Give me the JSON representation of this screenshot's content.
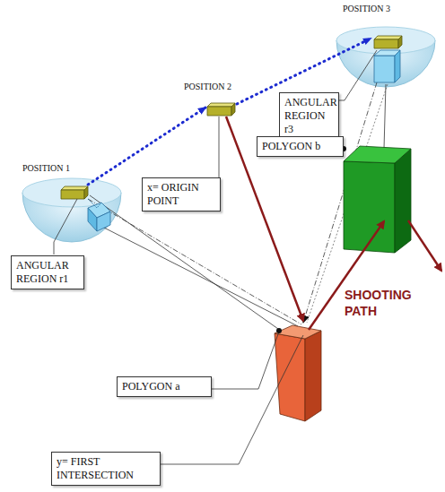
{
  "diagram": {
    "nodes": [
      {
        "text": [
          "ANGULAR REGION r3"
        ]
      },
      {
        "text": [
          "POLYGON b"
        ]
      },
      {
        "text": [
          "x= ORIGIN POINT"
        ]
      },
      {
        "text": [
          "ANGULAR REGION r1"
        ]
      },
      {
        "text": [
          "POLYGON a"
        ]
      },
      {
        "text": [
          "y= FIRST INTERSECTION"
        ]
      }
    ],
    "labels": [
      "POSITION 3",
      "POSITION 2",
      "POSITION 1",
      "SHOOTING PATH"
    ]
  }
}
